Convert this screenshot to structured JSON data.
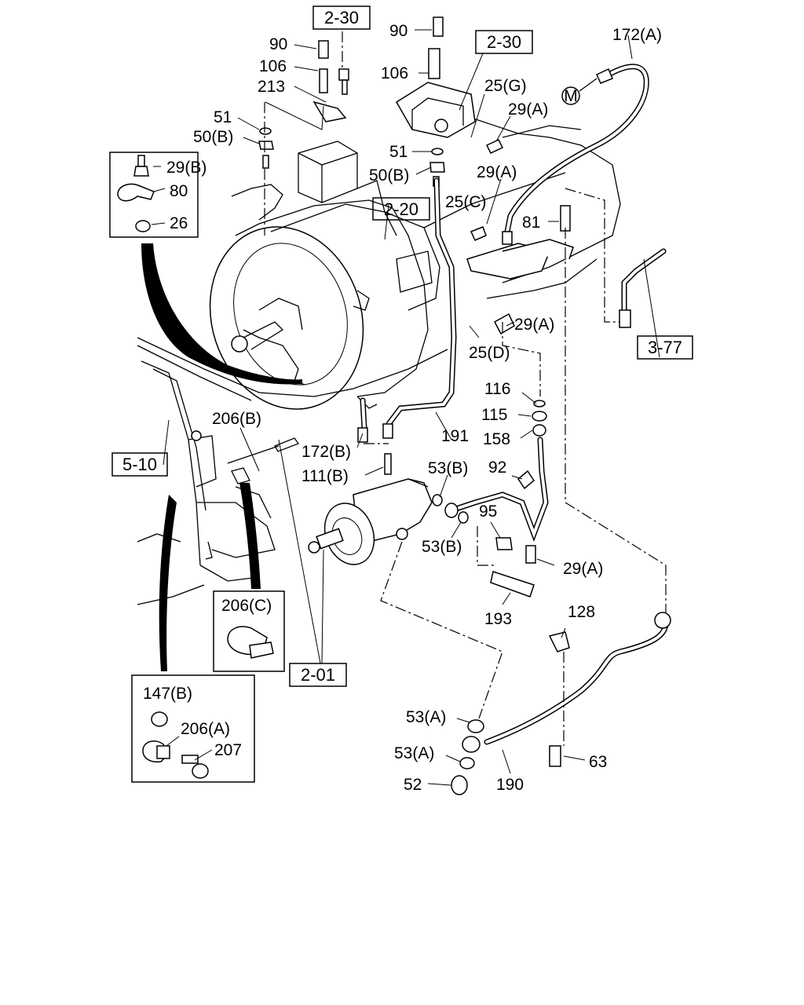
{
  "labels": {
    "p90_top_left": "90",
    "p106_top_left": "106",
    "p213": "213",
    "p51_left": "51",
    "p50b_left": "50(B)",
    "p29b": "29(B)",
    "p80": "80",
    "p26": "26",
    "p90_top_mid": "90",
    "p106_mid": "106",
    "p51_mid": "51",
    "p50b_mid": "50(B)",
    "p25g": "25(G)",
    "p29a_1": "29(A)",
    "p29a_2": "29(A)",
    "p25c": "25(C)",
    "p172a": "172(A)",
    "p81": "81",
    "p29a_3": "29(A)",
    "p25d": "25(D)",
    "p116": "116",
    "p115": "115",
    "p158": "158",
    "p206b": "206(B)",
    "p172b": "172(B)",
    "p191": "191",
    "p111b": "111(B)",
    "p53b_1": "53(B)",
    "p92": "92",
    "p95": "95",
    "p53b_2": "53(B)",
    "p29a_4": "29(A)",
    "p193": "193",
    "p128": "128",
    "p206c": "206(C)",
    "p147b": "147(B)",
    "p206a": "206(A)",
    "p207": "207",
    "p53a_1": "53(A)",
    "p53a_2": "53(A)",
    "p52": "52",
    "p190": "190",
    "p63": "63",
    "motor_symbol": "M"
  },
  "refs": {
    "ref_2_30_left": "2-30",
    "ref_2_30_right": "2-30",
    "ref_2_20": "2-20",
    "ref_3_77": "3-77",
    "ref_5_10": "5-10",
    "ref_2_01": "2-01"
  }
}
